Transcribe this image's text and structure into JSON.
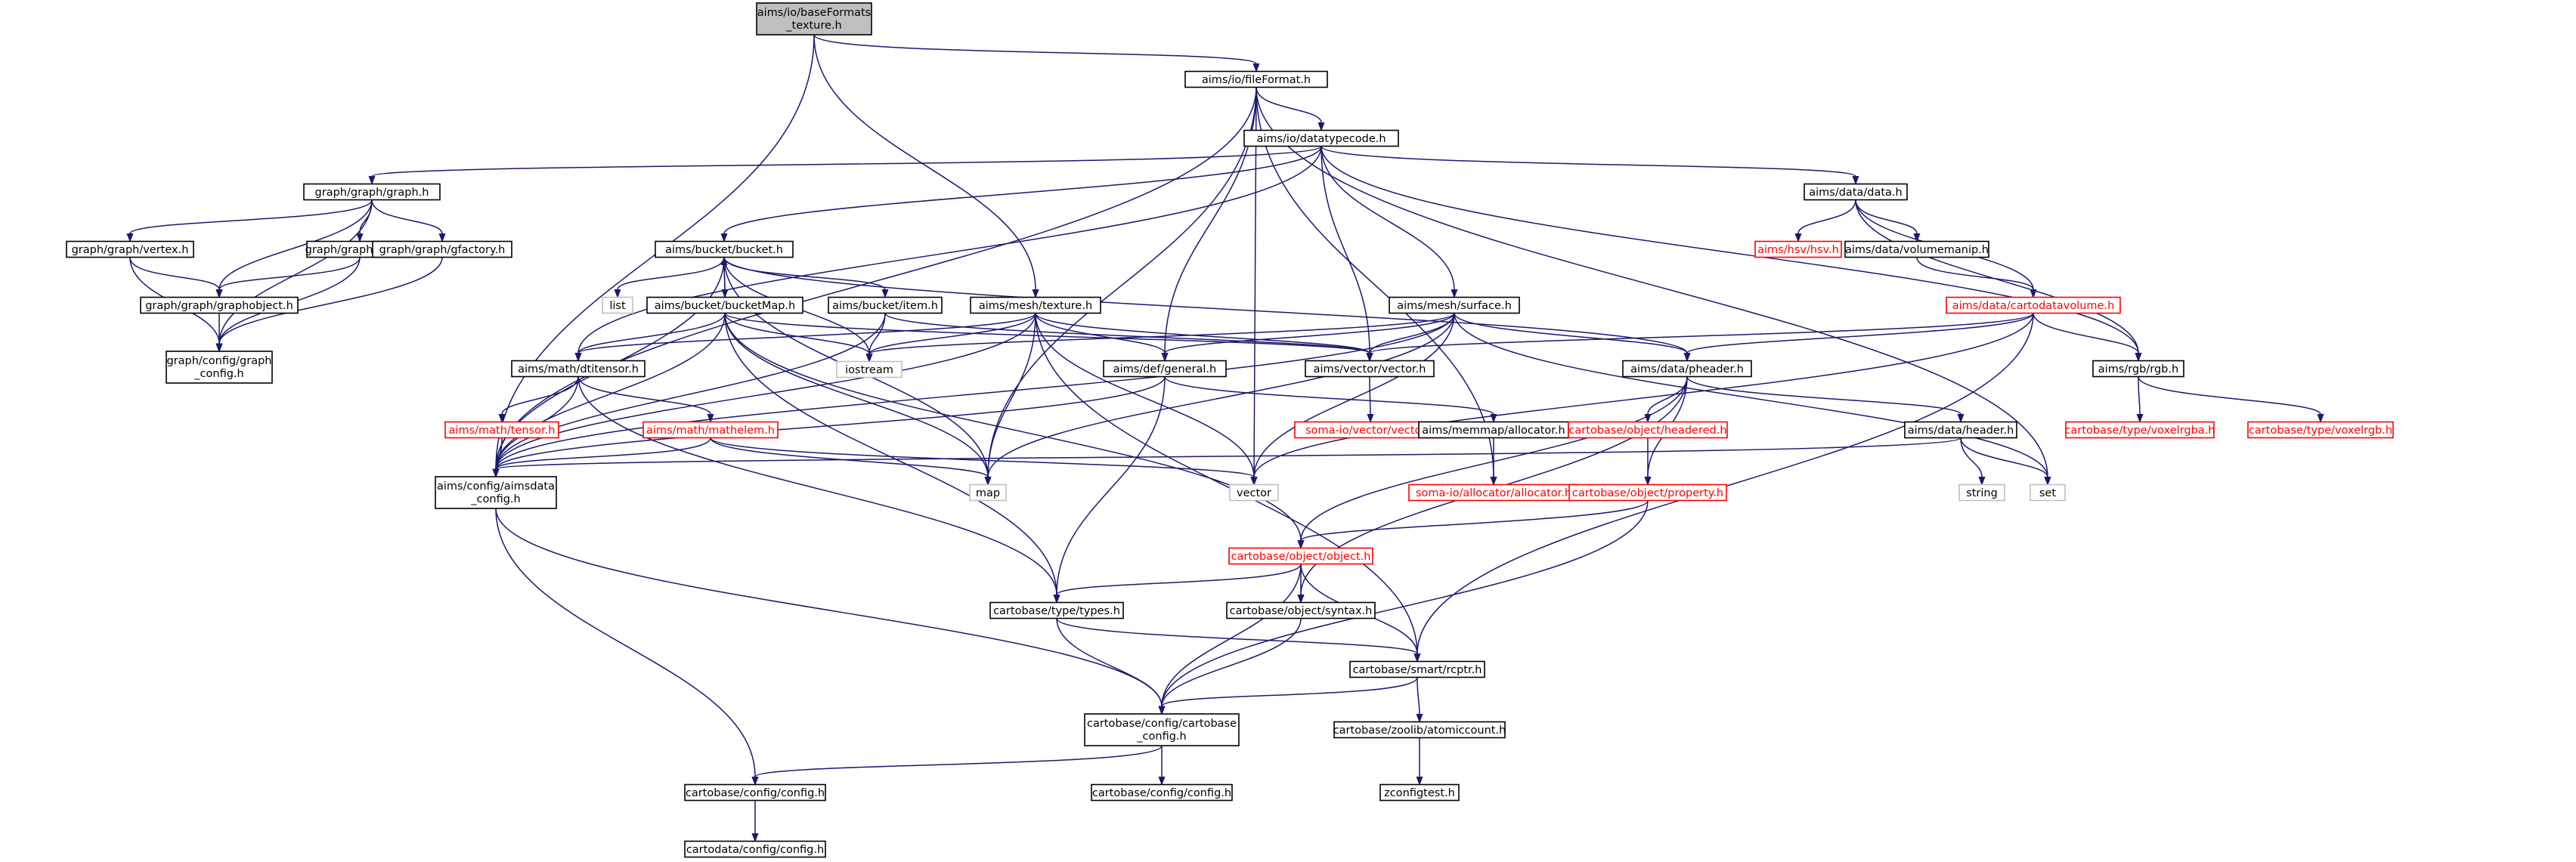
{
  "nodes": [
    {
      "id": "root",
      "kind": "root",
      "lines": [
        "aims/io/baseFormats",
        "_texture.h"
      ]
    },
    {
      "id": "fileFormat",
      "kind": "normal",
      "lines": [
        "aims/io/fileFormat.h"
      ]
    },
    {
      "id": "datatypecode",
      "kind": "normal",
      "lines": [
        "aims/io/datatypecode.h"
      ]
    },
    {
      "id": "graph",
      "kind": "normal",
      "lines": [
        "graph/graph/graph.h"
      ]
    },
    {
      "id": "vertex",
      "kind": "normal",
      "lines": [
        "graph/graph/vertex.h"
      ]
    },
    {
      "id": "edge",
      "kind": "normal",
      "lines": [
        "graph/graph/edge.h"
      ]
    },
    {
      "id": "gfactory",
      "kind": "normal",
      "lines": [
        "graph/graph/gfactory.h"
      ]
    },
    {
      "id": "graphobject",
      "kind": "normal",
      "lines": [
        "graph/graph/graphobject.h"
      ]
    },
    {
      "id": "graphconfig",
      "kind": "normal",
      "lines": [
        "graph/config/graph",
        "_config.h"
      ]
    },
    {
      "id": "bucket",
      "kind": "normal",
      "lines": [
        "aims/bucket/bucket.h"
      ]
    },
    {
      "id": "list",
      "kind": "plain",
      "lines": [
        "list"
      ]
    },
    {
      "id": "bucketMap",
      "kind": "normal",
      "lines": [
        "aims/bucket/bucketMap.h"
      ]
    },
    {
      "id": "item",
      "kind": "normal",
      "lines": [
        "aims/bucket/item.h"
      ]
    },
    {
      "id": "texture",
      "kind": "normal",
      "lines": [
        "aims/mesh/texture.h"
      ]
    },
    {
      "id": "iostream",
      "kind": "plain",
      "lines": [
        "iostream"
      ]
    },
    {
      "id": "dtitensor",
      "kind": "normal",
      "lines": [
        "aims/math/dtitensor.h"
      ]
    },
    {
      "id": "tensor",
      "kind": "trunc",
      "lines": [
        "aims/math/tensor.h"
      ]
    },
    {
      "id": "mathelem",
      "kind": "trunc",
      "lines": [
        "aims/math/mathelem.h"
      ]
    },
    {
      "id": "aimsdataconfig",
      "kind": "normal",
      "lines": [
        "aims/config/aimsdata",
        "_config.h"
      ]
    },
    {
      "id": "map",
      "kind": "plain",
      "lines": [
        "map"
      ]
    },
    {
      "id": "vector",
      "kind": "plain",
      "lines": [
        "vector"
      ]
    },
    {
      "id": "defgeneral",
      "kind": "normal",
      "lines": [
        "aims/def/general.h"
      ]
    },
    {
      "id": "surface",
      "kind": "normal",
      "lines": [
        "aims/mesh/surface.h"
      ]
    },
    {
      "id": "aimsvector",
      "kind": "normal",
      "lines": [
        "aims/vector/vector.h"
      ]
    },
    {
      "id": "somavector",
      "kind": "trunc",
      "lines": [
        "soma-io/vector/vector.h"
      ]
    },
    {
      "id": "allocatorh",
      "kind": "normal",
      "lines": [
        "aims/memmap/allocator.h"
      ]
    },
    {
      "id": "somaallocator",
      "kind": "trunc",
      "lines": [
        "soma-io/allocator/allocator.h"
      ]
    },
    {
      "id": "datah",
      "kind": "normal",
      "lines": [
        "aims/data/data.h"
      ]
    },
    {
      "id": "hsv",
      "kind": "trunc",
      "lines": [
        "aims/hsv/hsv.h"
      ]
    },
    {
      "id": "volumemanip",
      "kind": "normal",
      "lines": [
        "aims/data/volumemanip.h"
      ]
    },
    {
      "id": "cartodatavolume",
      "kind": "trunc",
      "lines": [
        "aims/data/cartodatavolume.h"
      ]
    },
    {
      "id": "pheader",
      "kind": "normal",
      "lines": [
        "aims/data/pheader.h"
      ]
    },
    {
      "id": "headered",
      "kind": "trunc",
      "lines": [
        "cartobase/object/headered.h"
      ]
    },
    {
      "id": "property",
      "kind": "trunc",
      "lines": [
        "cartobase/object/property.h"
      ]
    },
    {
      "id": "dataheader",
      "kind": "normal",
      "lines": [
        "aims/data/header.h"
      ]
    },
    {
      "id": "string",
      "kind": "plain",
      "lines": [
        "string"
      ]
    },
    {
      "id": "set",
      "kind": "plain",
      "lines": [
        "set"
      ]
    },
    {
      "id": "rgb",
      "kind": "normal",
      "lines": [
        "aims/rgb/rgb.h"
      ]
    },
    {
      "id": "voxelrgba",
      "kind": "trunc",
      "lines": [
        "cartobase/type/voxelrgba.h"
      ]
    },
    {
      "id": "voxelrgb",
      "kind": "trunc",
      "lines": [
        "cartobase/type/voxelrgb.h"
      ]
    },
    {
      "id": "objecth",
      "kind": "trunc",
      "lines": [
        "cartobase/object/object.h"
      ]
    },
    {
      "id": "types",
      "kind": "normal",
      "lines": [
        "cartobase/type/types.h"
      ]
    },
    {
      "id": "syntax",
      "kind": "normal",
      "lines": [
        "cartobase/object/syntax.h"
      ]
    },
    {
      "id": "rcptr",
      "kind": "normal",
      "lines": [
        "cartobase/smart/rcptr.h"
      ]
    },
    {
      "id": "cartobaseconfig",
      "kind": "normal",
      "lines": [
        "cartobase/config/cartobase",
        "_config.h"
      ]
    },
    {
      "id": "atomiccount",
      "kind": "normal",
      "lines": [
        "cartobase/zoolib/atomiccount.h"
      ]
    },
    {
      "id": "zconfigtest",
      "kind": "normal",
      "lines": [
        "zconfigtest.h"
      ]
    },
    {
      "id": "configh1",
      "kind": "normal",
      "lines": [
        "cartobase/config/config.h"
      ]
    },
    {
      "id": "configh2",
      "kind": "normal",
      "lines": [
        "cartobase/config/config.h"
      ]
    },
    {
      "id": "cartodataconfig",
      "kind": "normal",
      "lines": [
        "cartodata/config/config.h"
      ]
    }
  ],
  "edges": [
    [
      "root",
      "fileFormat"
    ],
    [
      "root",
      "texture"
    ],
    [
      "root",
      "aimsdataconfig"
    ],
    [
      "fileFormat",
      "datatypecode"
    ],
    [
      "fileFormat",
      "defgeneral"
    ],
    [
      "fileFormat",
      "map"
    ],
    [
      "fileFormat",
      "aimsdataconfig"
    ],
    [
      "fileFormat",
      "vector"
    ],
    [
      "fileFormat",
      "set"
    ],
    [
      "fileFormat",
      "somaallocator"
    ],
    [
      "datatypecode",
      "graph"
    ],
    [
      "datatypecode",
      "bucket"
    ],
    [
      "datatypecode",
      "surface"
    ],
    [
      "datatypecode",
      "datah"
    ],
    [
      "datatypecode",
      "rgb"
    ],
    [
      "datatypecode",
      "aimsvector"
    ],
    [
      "datatypecode",
      "dtitensor"
    ],
    [
      "graph",
      "vertex"
    ],
    [
      "graph",
      "edge"
    ],
    [
      "graph",
      "gfactory"
    ],
    [
      "graph",
      "graphobject"
    ],
    [
      "graph",
      "graphconfig"
    ],
    [
      "vertex",
      "graphobject"
    ],
    [
      "vertex",
      "graphconfig"
    ],
    [
      "edge",
      "graphobject"
    ],
    [
      "edge",
      "graphconfig"
    ],
    [
      "gfactory",
      "graphconfig"
    ],
    [
      "graphobject",
      "graphconfig"
    ],
    [
      "bucket",
      "list"
    ],
    [
      "bucket",
      "bucketMap"
    ],
    [
      "bucket",
      "item"
    ],
    [
      "bucket",
      "iostream"
    ],
    [
      "bucket",
      "map"
    ],
    [
      "bucket",
      "aimsdataconfig"
    ],
    [
      "bucket",
      "pheader"
    ],
    [
      "bucketMap",
      "bucket"
    ],
    [
      "bucketMap",
      "dtitensor"
    ],
    [
      "bucketMap",
      "iostream"
    ],
    [
      "bucketMap",
      "map"
    ],
    [
      "bucketMap",
      "aimsdataconfig"
    ],
    [
      "bucketMap",
      "types"
    ],
    [
      "bucketMap",
      "objecth"
    ],
    [
      "bucketMap",
      "aimsvector"
    ],
    [
      "item",
      "iostream"
    ],
    [
      "item",
      "aimsvector"
    ],
    [
      "item",
      "aimsdataconfig"
    ],
    [
      "texture",
      "iostream"
    ],
    [
      "texture",
      "map"
    ],
    [
      "texture",
      "vector"
    ],
    [
      "texture",
      "defgeneral"
    ],
    [
      "texture",
      "aimsvector"
    ],
    [
      "texture",
      "rcptr"
    ],
    [
      "texture",
      "dtitensor"
    ],
    [
      "texture",
      "aimsdataconfig"
    ],
    [
      "dtitensor",
      "tensor"
    ],
    [
      "dtitensor",
      "mathelem"
    ],
    [
      "dtitensor",
      "aimsdataconfig"
    ],
    [
      "dtitensor",
      "types"
    ],
    [
      "tensor",
      "aimsdataconfig"
    ],
    [
      "mathelem",
      "aimsdataconfig"
    ],
    [
      "mathelem",
      "map"
    ],
    [
      "mathelem",
      "vector"
    ],
    [
      "aimsdataconfig",
      "cartobaseconfig"
    ],
    [
      "aimsdataconfig",
      "configh1"
    ],
    [
      "surface",
      "defgeneral"
    ],
    [
      "surface",
      "aimsvector"
    ],
    [
      "surface",
      "pheader"
    ],
    [
      "surface",
      "iostream"
    ],
    [
      "surface",
      "map"
    ],
    [
      "surface",
      "vector"
    ],
    [
      "surface",
      "set"
    ],
    [
      "surface",
      "aimsdataconfig"
    ],
    [
      "defgeneral",
      "allocatorh"
    ],
    [
      "defgeneral",
      "types"
    ],
    [
      "defgeneral",
      "aimsdataconfig"
    ],
    [
      "aimsvector",
      "somavector"
    ],
    [
      "allocatorh",
      "somaallocator"
    ],
    [
      "datah",
      "hsv"
    ],
    [
      "datah",
      "volumemanip"
    ],
    [
      "datah",
      "cartodatavolume"
    ],
    [
      "datah",
      "rgb"
    ],
    [
      "volumemanip",
      "cartodatavolume"
    ],
    [
      "cartodatavolume",
      "pheader"
    ],
    [
      "cartodatavolume",
      "rgb"
    ],
    [
      "cartodatavolume",
      "aimsvector"
    ],
    [
      "cartodatavolume",
      "rcptr"
    ],
    [
      "cartodatavolume",
      "vector"
    ],
    [
      "pheader",
      "headered"
    ],
    [
      "pheader",
      "dataheader"
    ],
    [
      "pheader",
      "property"
    ],
    [
      "pheader",
      "objecth"
    ],
    [
      "pheader",
      "syntax"
    ],
    [
      "headered",
      "property"
    ],
    [
      "property",
      "objecth"
    ],
    [
      "property",
      "cartobaseconfig"
    ],
    [
      "dataheader",
      "string"
    ],
    [
      "dataheader",
      "set"
    ],
    [
      "dataheader",
      "aimsdataconfig"
    ],
    [
      "rgb",
      "voxelrgba"
    ],
    [
      "rgb",
      "voxelrgb"
    ],
    [
      "objecth",
      "types"
    ],
    [
      "objecth",
      "syntax"
    ],
    [
      "objecth",
      "rcptr"
    ],
    [
      "objecth",
      "cartobaseconfig"
    ],
    [
      "types",
      "rcptr"
    ],
    [
      "types",
      "cartobaseconfig"
    ],
    [
      "syntax",
      "cartobaseconfig"
    ],
    [
      "rcptr",
      "cartobaseconfig"
    ],
    [
      "rcptr",
      "atomiccount"
    ],
    [
      "atomiccount",
      "zconfigtest"
    ],
    [
      "cartobaseconfig",
      "configh1"
    ],
    [
      "cartobaseconfig",
      "configh2"
    ],
    [
      "configh1",
      "cartodataconfig"
    ]
  ],
  "colors": {
    "edge": "#191970",
    "node_border": "#000000",
    "root_fill": "#bfbfbf",
    "truncated_border": "#ff0000",
    "truncated_text": "#ff0000",
    "plain_border": "#bfbfbf"
  }
}
